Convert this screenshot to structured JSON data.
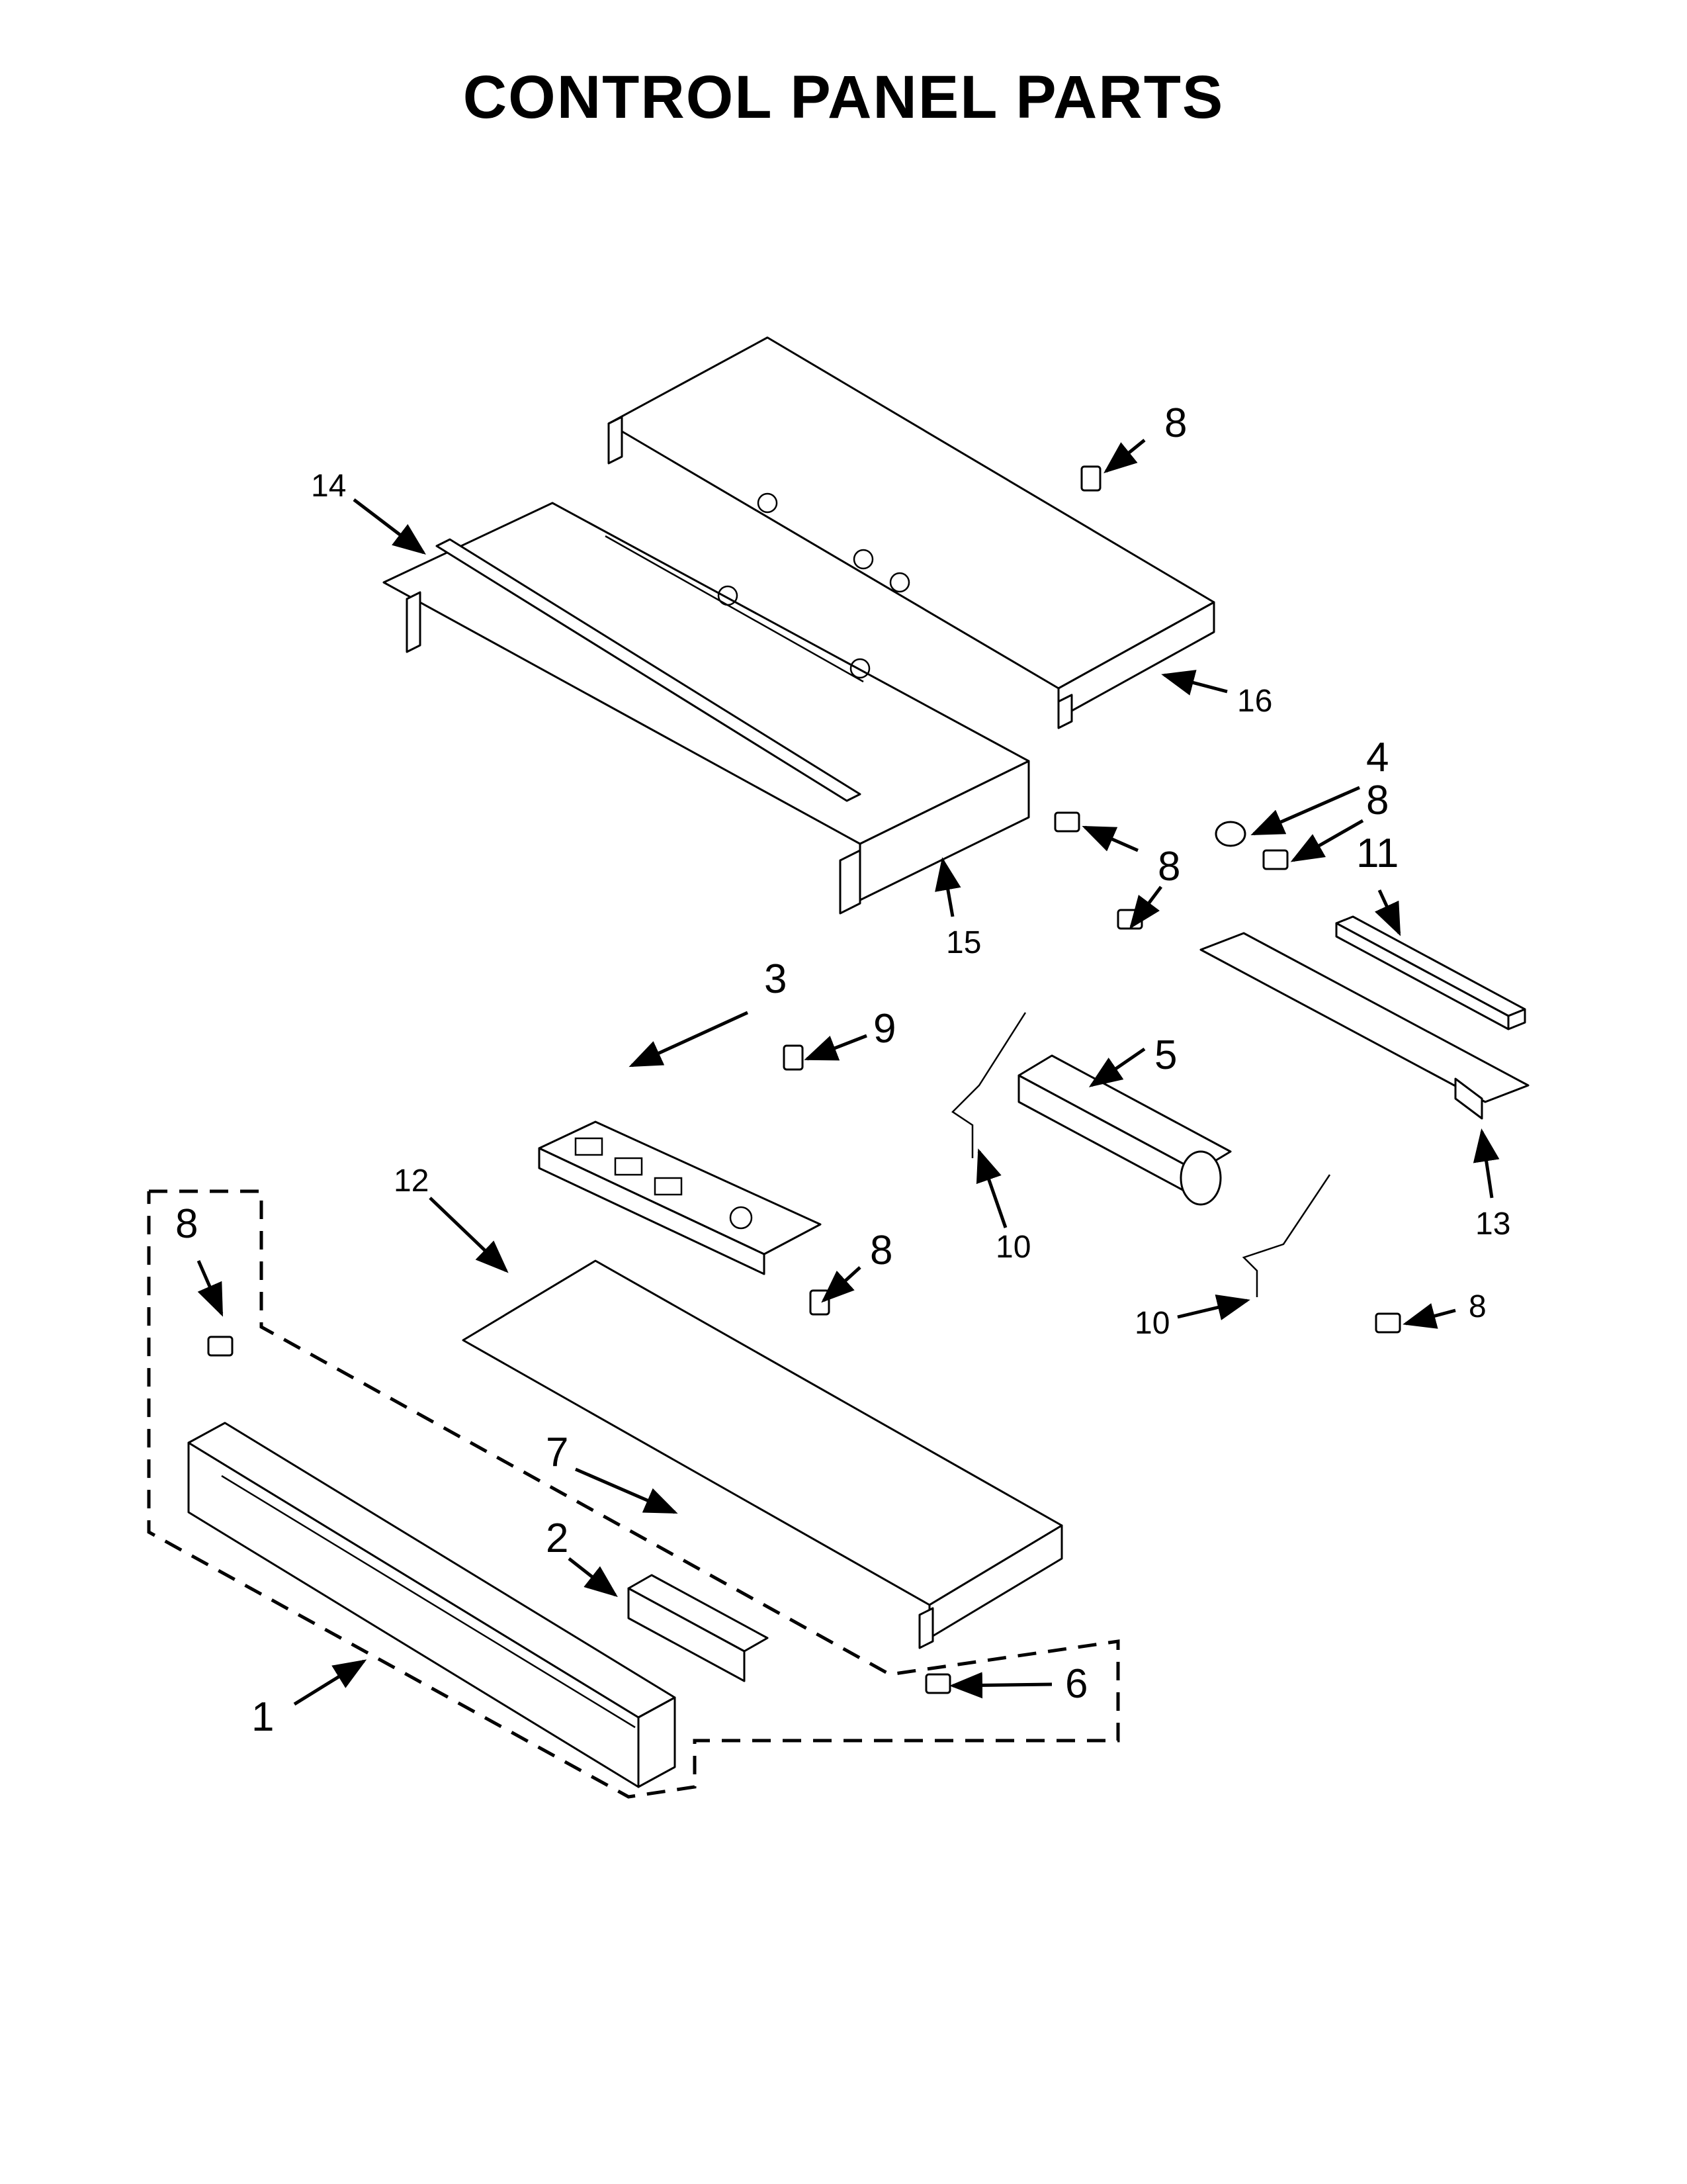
{
  "title": "CONTROL PANEL PARTS",
  "callouts": [
    {
      "id": "c8a",
      "text": "8"
    },
    {
      "id": "c14",
      "text": "14"
    },
    {
      "id": "c16",
      "text": "16"
    },
    {
      "id": "c4",
      "text": "4"
    },
    {
      "id": "c8b",
      "text": "8"
    },
    {
      "id": "c11",
      "text": "11"
    },
    {
      "id": "c8c",
      "text": "8"
    },
    {
      "id": "c15",
      "text": "15"
    },
    {
      "id": "c3",
      "text": "3"
    },
    {
      "id": "c9",
      "text": "9"
    },
    {
      "id": "c5",
      "text": "5"
    },
    {
      "id": "c12",
      "text": "12"
    },
    {
      "id": "c8d",
      "text": "8"
    },
    {
      "id": "c8e",
      "text": "8"
    },
    {
      "id": "c10a",
      "text": "10"
    },
    {
      "id": "c13",
      "text": "13"
    },
    {
      "id": "c10b",
      "text": "10"
    },
    {
      "id": "c8f",
      "text": "8"
    },
    {
      "id": "c7",
      "text": "7"
    },
    {
      "id": "c2",
      "text": "2"
    },
    {
      "id": "c6",
      "text": "6"
    },
    {
      "id": "c1",
      "text": "1"
    }
  ]
}
